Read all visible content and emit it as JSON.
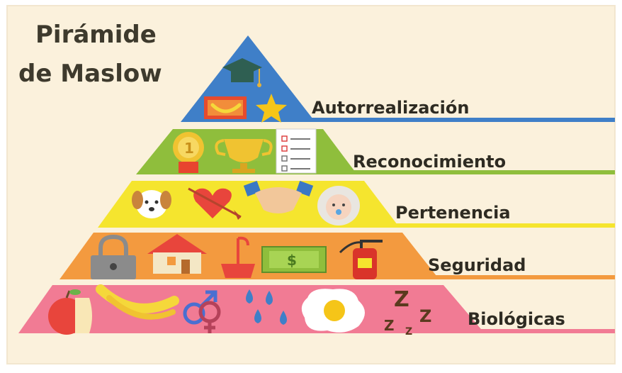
{
  "title": {
    "line1": "Pirámide",
    "line2": "de Maslow"
  },
  "levels": [
    {
      "name": "Autorrealización",
      "color": "#3f7fc8",
      "icons": [
        "graduation-cap-icon",
        "banana-diploma-icon",
        "star-icon"
      ]
    },
    {
      "name": "Reconocimiento",
      "color": "#8fbe3c",
      "icons": [
        "medal-icon",
        "trophy-icon",
        "checklist-icon"
      ]
    },
    {
      "name": "Pertenencia",
      "color": "#f5e52e",
      "icons": [
        "dog-icon",
        "heart-arrow-icon",
        "handshake-icon",
        "baby-icon"
      ]
    },
    {
      "name": "Seguridad",
      "color": "#f39a3f",
      "icons": [
        "padlock-icon",
        "house-icon",
        "umbrella-icon",
        "money-icon",
        "fire-extinguisher-icon"
      ]
    },
    {
      "name": "Biológicas",
      "color": "#f17b94",
      "icons": [
        "apple-icon",
        "banana-icon",
        "gender-symbols-icon",
        "water-drops-icon",
        "fried-egg-icon",
        "sleep-z-icon"
      ]
    }
  ],
  "colors": {
    "background": "#fbf1dc",
    "title_text": "#3e3a2d",
    "label_text": "#2e2b22"
  }
}
